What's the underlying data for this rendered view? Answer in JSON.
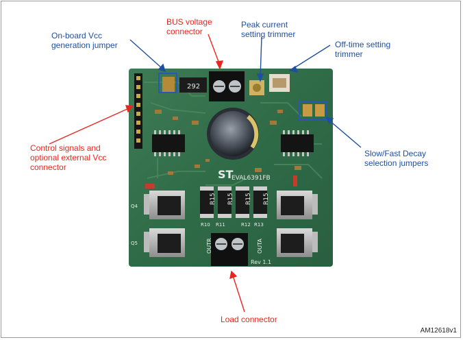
{
  "callouts": {
    "bus_voltage": [
      "BUS voltage",
      "connector"
    ],
    "peak_current": [
      "Peak current",
      "setting trimmer"
    ],
    "vcc_jumper": [
      "On-board Vcc",
      "generation jumper"
    ],
    "off_time": [
      "Off-time setting",
      "trimmer"
    ],
    "control_signals": [
      "Control signals and",
      "optional external Vcc",
      "connector"
    ],
    "decay_jumpers": [
      "Slow/Fast Decay",
      "selection jumpers"
    ],
    "load_connector": [
      "Load connector"
    ]
  },
  "board_text": {
    "board_name": "EVAL6391FB",
    "resistor_marking": "R15",
    "outr": "OUTR",
    "outa": "OUTA",
    "rev": "Rev 1.1",
    "smd_code": "292",
    "r10": "R10",
    "r11": "R11",
    "r12": "R12",
    "r13": "R13",
    "q4": "Q4",
    "q5": "Q5"
  },
  "figure_id": "AM12618v1",
  "colors": {
    "red_callout": "#e8261f",
    "blue_callout": "#1f4fa0",
    "pcb_green": "#2f6b45"
  }
}
